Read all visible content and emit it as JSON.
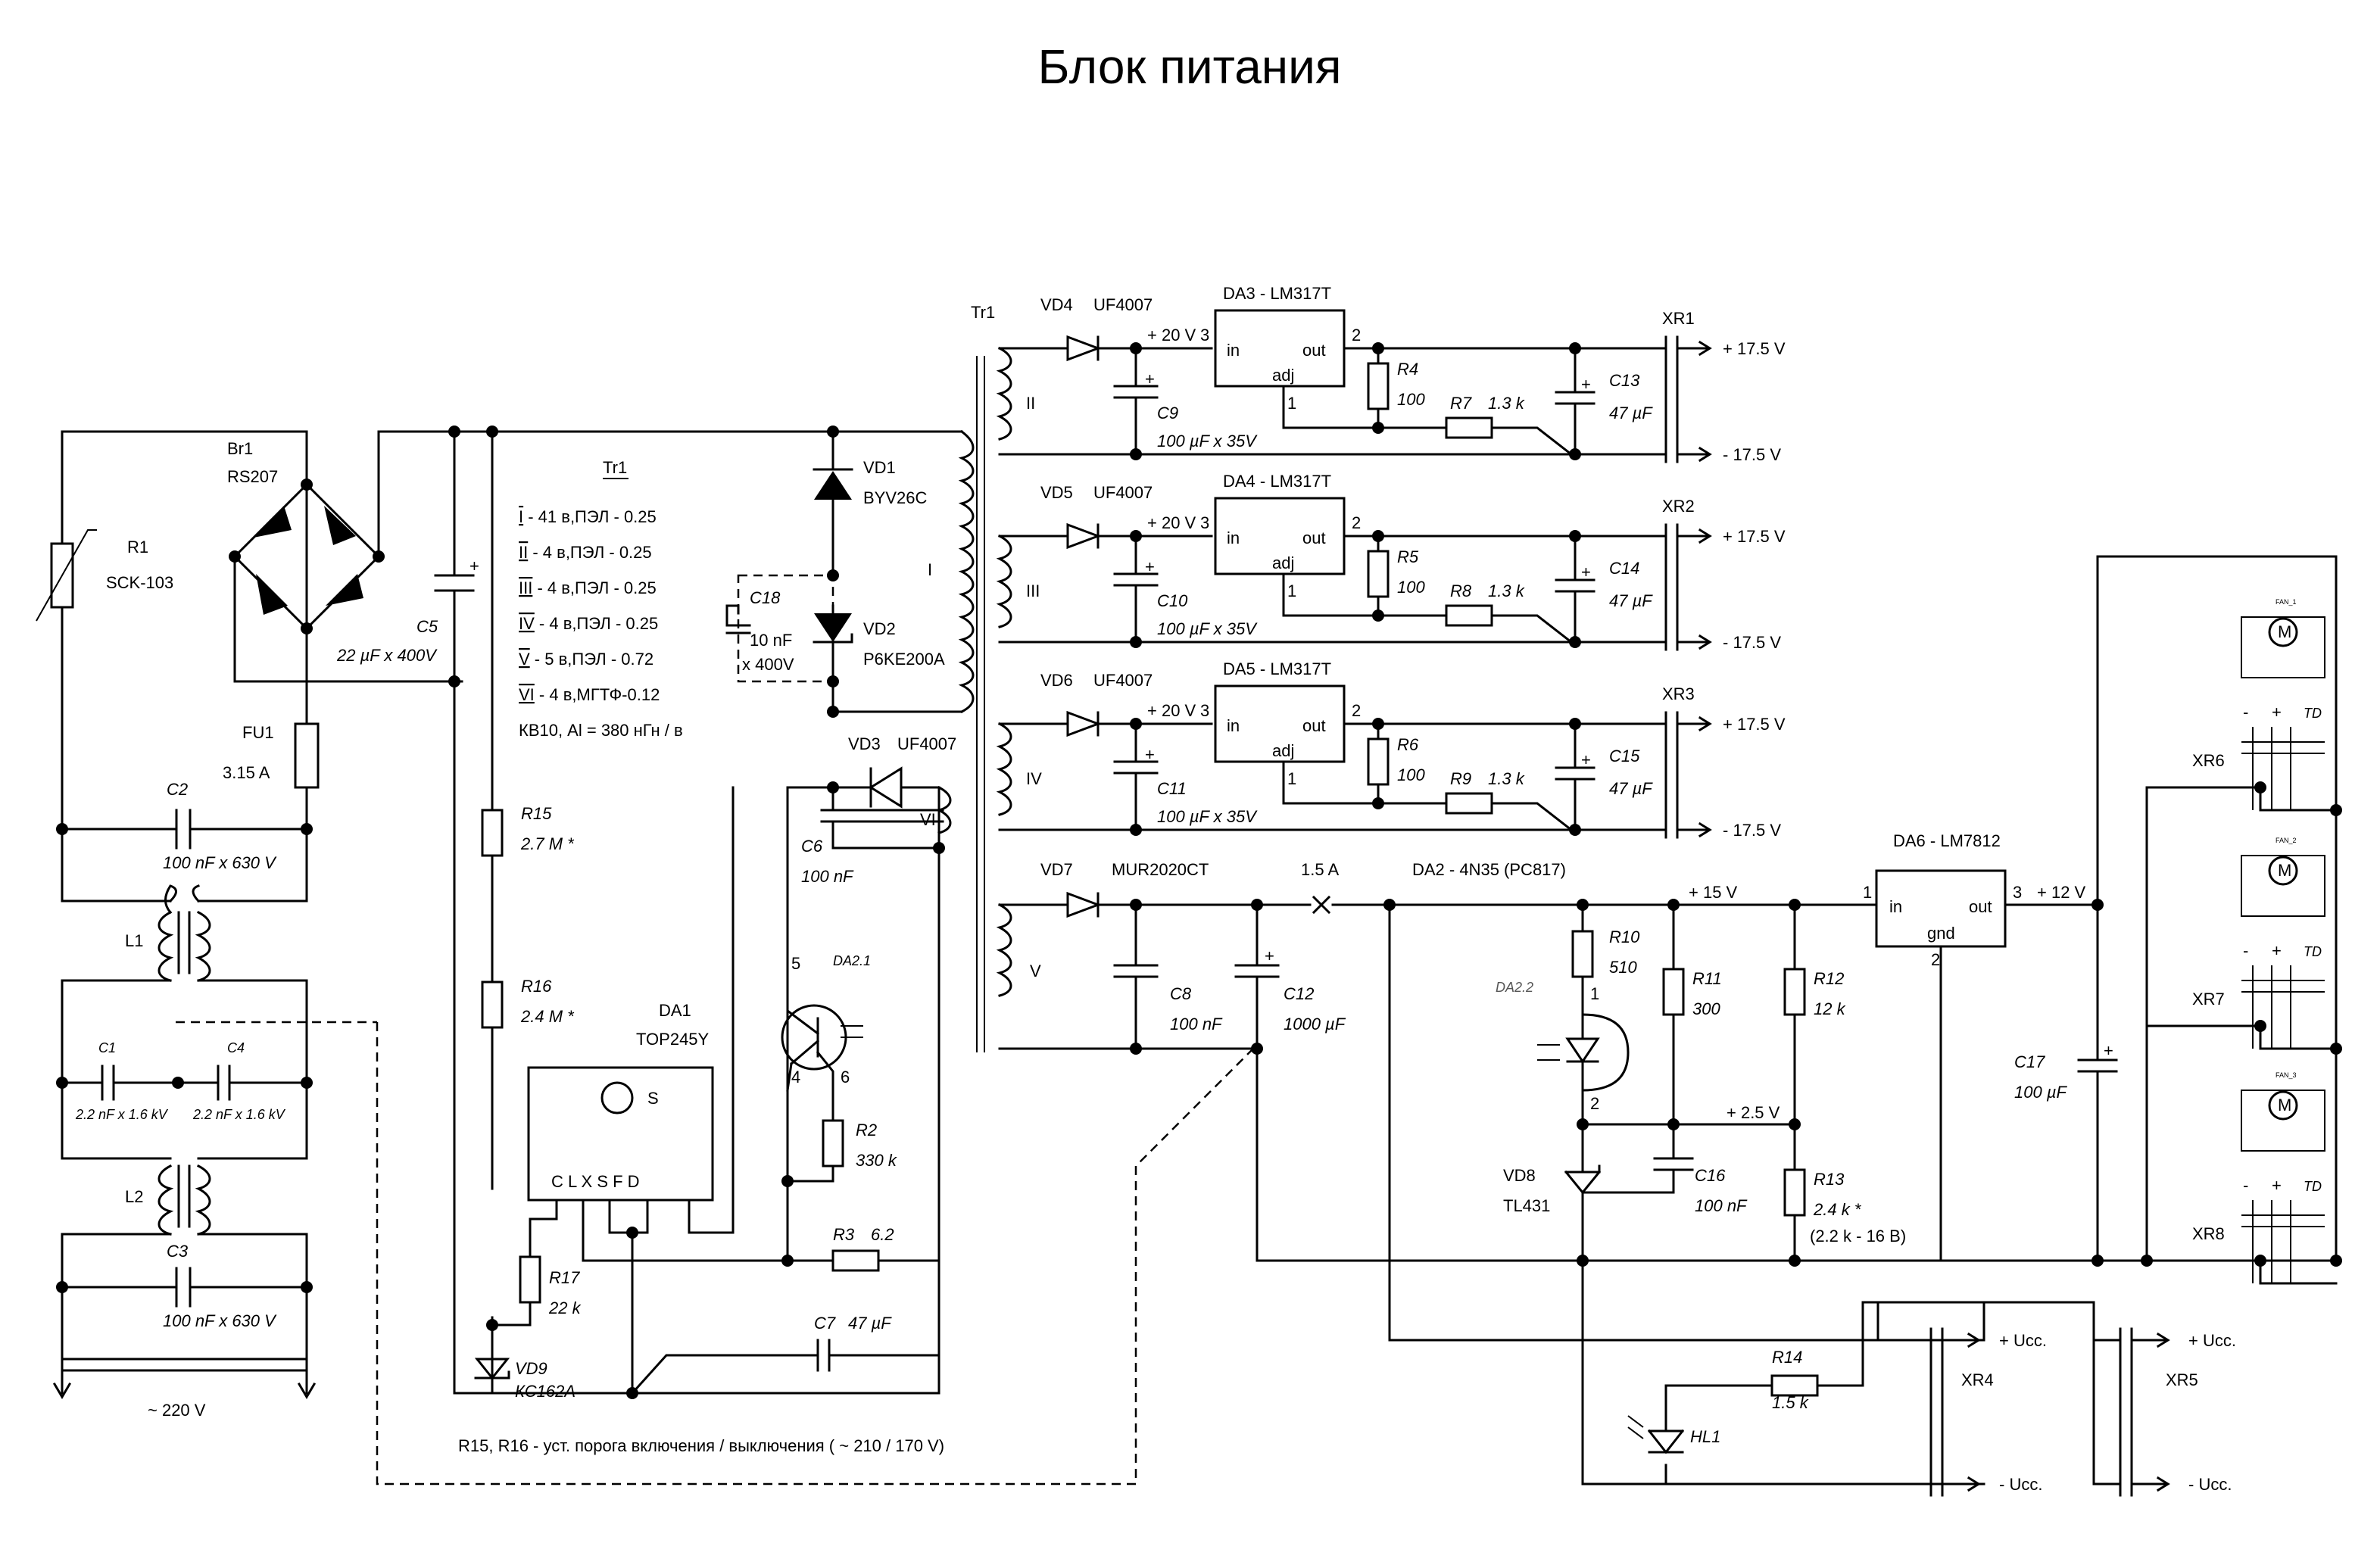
{
  "title": "Блок  питания",
  "labels": {
    "tr1_left": "Tr1",
    "tr1_table": "Tr1",
    "br1": "Br1",
    "rs207": "RS207",
    "r1": "R1",
    "sck103": "SCK-103",
    "c5": "C5",
    "c5_val": "22 µF x 400V",
    "fu1": "FU1",
    "fu1_val": "3.15 A",
    "c2": "C2",
    "c2_val": "100 nF x 630 V",
    "l1": "L1",
    "c1": "C1",
    "c1_val": "2.2 nF x 1.6 kV",
    "c4": "C4",
    "c4_val": "2.2 nF x 1.6 kV",
    "l2": "L2",
    "c3": "C3",
    "c3_val": "100 nF x 630 V",
    "mains": "~  220 V",
    "vd1": "VD1",
    "byv26c": "BYV26C",
    "vd2": "VD2",
    "p6ke200a": "P6KE200A",
    "c18": "C18",
    "c18_val1": "10 nF",
    "c18_val2": "x 400V",
    "vd3": "VD3",
    "uf4007_vd3": "UF4007",
    "c6": "C6",
    "c6_val": "100 nF",
    "da21": "DA2.1",
    "pin5": "5",
    "pin4": "4",
    "pin6": "6",
    "r2": "R2",
    "r2_val": "330 k",
    "r3": "R3",
    "r3_val": "6.2",
    "c7": "C7",
    "c7_val": "47 µF",
    "r15": "R15",
    "r15_val": "2.7 M *",
    "r16": "R16",
    "r16_val": "2.4 M *",
    "r17": "R17",
    "r17_val": "22 k",
    "vd9": "VD9",
    "kc162a": "КС162А",
    "da1": "DA1",
    "top245y": "TOP245Y",
    "top_s": "S",
    "top_pins": "C  L  X  S  F     D",
    "note": "R15, R16  -  уст.  порога  включения / выключения  ( ~ 210 / 170 V)",
    "win1_num": "I",
    "win1_txt": " - 41 в,ПЭЛ - 0.25",
    "win2_num": "II",
    "win2_txt": " -   4 в,ПЭЛ - 0.25",
    "win3_num": "III",
    "win3_txt": " -   4 в,ПЭЛ - 0.25",
    "win4_num": "IV",
    "win4_txt": " -   4 в,ПЭЛ - 0.25",
    "win5_num": "V",
    "win5_txt": " -   5 в,ПЭЛ - 0.72",
    "win6_num": "VI",
    "win6_txt": " -   4 в,МГТФ-0.12",
    "core": "КВ10, Al = 380 нГн / в",
    "sec_i": "I",
    "sec_ii": "II",
    "sec_iii": "III",
    "sec_iv": "IV",
    "sec_v": "V",
    "sec_vi": "VI",
    "vd4": "VD4",
    "uf_vd4": "UF4007",
    "vd5": "VD5",
    "uf_vd5": "UF4007",
    "vd6": "VD6",
    "uf_vd6": "UF4007",
    "vd7": "VD7",
    "mur": "MUR2020CT",
    "plus20_1": "+ 20 V",
    "plus20_2": "+ 20 V",
    "plus20_3": "+ 20 V",
    "da3": "DA3 - LM317T",
    "da4": "DA4 - LM317T",
    "da5": "DA5 - LM317T",
    "in1": "in",
    "out1": "out",
    "adj1": "adj",
    "in2": "in",
    "out2": "out",
    "adj2": "adj",
    "in3": "in",
    "out3": "out",
    "adj3": "adj",
    "p3_1": "3",
    "p2_1": "2",
    "p1_1": "1",
    "p3_2": "3",
    "p2_2": "2",
    "p1_2": "1",
    "p3_3": "3",
    "p2_3": "2",
    "p1_3": "1",
    "c9": "C9",
    "c9_val": "100 µF x 35V",
    "c10": "C10",
    "c10_val": "100 µF x 35V",
    "c11": "C11",
    "c11_val": "100 µF x 35V",
    "r4": "R4",
    "r4_val": "100",
    "r5": "R5",
    "r5_val": "100",
    "r6": "R6",
    "r6_val": "100",
    "r7": "R7",
    "r7_val": "1.3 k",
    "r8": "R8",
    "r8_val": "1.3 k",
    "r9": "R9",
    "r9_val": "1.3 k",
    "c13": "C13",
    "c13_val": "47 µF",
    "c14": "C14",
    "c14_val": "47 µF",
    "c15": "C15",
    "c15_val": "47 µF",
    "xr1": "XR1",
    "xr2": "XR2",
    "xr3": "XR3",
    "v175p_1": "+ 17.5 V",
    "v175m_1": "- 17.5 V",
    "v175p_2": "+ 17.5 V",
    "v175m_2": "- 17.5 V",
    "v175p_3": "+ 17.5 V",
    "v175m_3": "- 17.5 V",
    "fuse15": "1.5 A",
    "da2": "DA2 - 4N35 (PC817)",
    "plus15": "+ 15 V",
    "c8": "C8",
    "c8_val": "100 nF",
    "c12": "C12",
    "c12_val": "1000 µF",
    "r10": "R10",
    "r10_val": "510",
    "r11": "R11",
    "r11_val": "300",
    "r12": "R12",
    "r12_val": "12 k",
    "r13": "R13",
    "r13_val": "2.4 k *",
    "r13_note": "(2.2 k - 16 В)",
    "da22": "DA2.2",
    "da22_p1": "1",
    "da22_p2": "2",
    "plus25": "+ 2.5 V",
    "vd8": "VD8",
    "tl431": "TL431",
    "c16": "C16",
    "c16_val": "100 nF",
    "da6": "DA6 - LM7812",
    "in6": "in",
    "out6": "out",
    "gnd6": "gnd",
    "p1_6": "1",
    "p3_6": "3",
    "p2_6": "2",
    "plus12": "+ 12 V",
    "c17": "C17",
    "c17_val": "100 µF",
    "r14": "R14",
    "r14_val": "1.5 k",
    "hl1": "HL1",
    "xr4": "XR4",
    "xr5": "XR5",
    "ucc_p4": "+ Ucc.",
    "ucc_m4": "- Ucc.",
    "ucc_p5": "+ Ucc.",
    "ucc_m5": "- Ucc.",
    "xr6": "XR6",
    "xr7": "XR7",
    "xr8": "XR8",
    "fan1": "FAN_1",
    "fan2": "FAN_2",
    "fan3": "FAN_3",
    "m1": "M",
    "m2": "M",
    "m3": "M",
    "minus1": "-",
    "plus1": "+",
    "td1": "TD",
    "minus2": "-",
    "plus2": "+",
    "td2": "TD",
    "minus3": "-",
    "plus3": "+",
    "td3": "TD"
  }
}
